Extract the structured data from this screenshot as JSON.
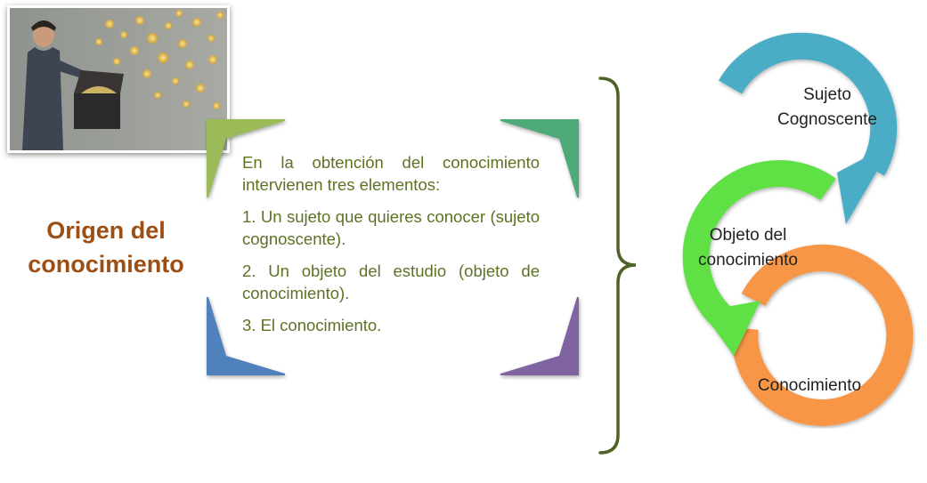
{
  "title": "Origen del conocimiento",
  "description": [
    "En la obtención del conocimiento intervienen tres elementos:",
    "1. Un sujeto que quieres conocer (sujeto cognoscente).",
    "2. Un objeto del estudio (objeto de conocimiento).",
    "3. El conocimiento."
  ],
  "cycle": [
    {
      "label_line1": "Sujeto",
      "label_line2": "Cognoscente",
      "color": "#4bacc6"
    },
    {
      "label_line1": "Objeto del",
      "label_line2": "conocimiento",
      "color": "#5fe045"
    },
    {
      "label_line1": "Conocimiento",
      "label_line2": "",
      "color": "#f79646"
    }
  ],
  "colors": {
    "title": "#9c4e13",
    "text": "#5d7223",
    "brace": "#4f6228",
    "corner_top_left": "#9bbb59",
    "corner_top_right": "#4faa7a",
    "corner_bottom_left": "#4f81bd",
    "corner_bottom_right": "#8064a2"
  },
  "icons": {
    "photo": "man-opening-chest-of-lightbulbs-image"
  }
}
